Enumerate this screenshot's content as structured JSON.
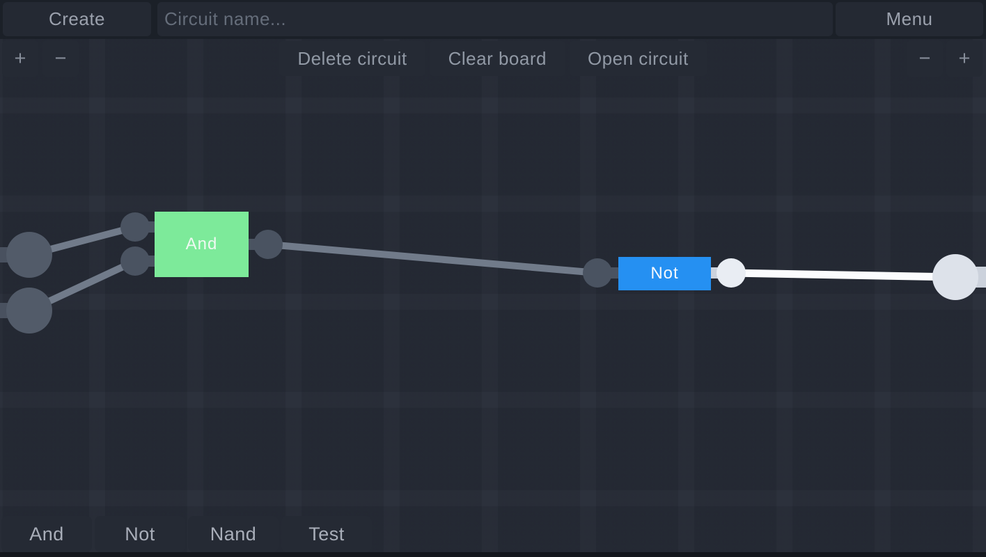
{
  "header": {
    "create_label": "Create",
    "circuit_name_placeholder": "Circuit name...",
    "menu_label": "Menu"
  },
  "toolbar": {
    "delete_circuit_label": "Delete circuit",
    "clear_board_label": "Clear board",
    "open_circuit_label": "Open circuit",
    "zoom_in_label": "+",
    "zoom_out_label": "−"
  },
  "palette": {
    "items": [
      {
        "label": "And"
      },
      {
        "label": "Not"
      },
      {
        "label": "Nand"
      },
      {
        "label": "Test"
      }
    ]
  },
  "canvas": {
    "gates": [
      {
        "label": "And",
        "type": "and-gate",
        "color": "#7dea9a",
        "state": "off"
      },
      {
        "label": "Not",
        "type": "not-gate",
        "color": "#2590f2",
        "state": "on"
      }
    ],
    "colors": {
      "wire_off": "#717b8a",
      "wire_on": "#fbfcfe",
      "port_off": "#4a5361",
      "port_on": "#e9edf3",
      "node_off": "#525b69",
      "node_on": "#dde2ea",
      "node_stub_off": "#49515f",
      "node_stub_on": "#ccd2dc"
    }
  }
}
